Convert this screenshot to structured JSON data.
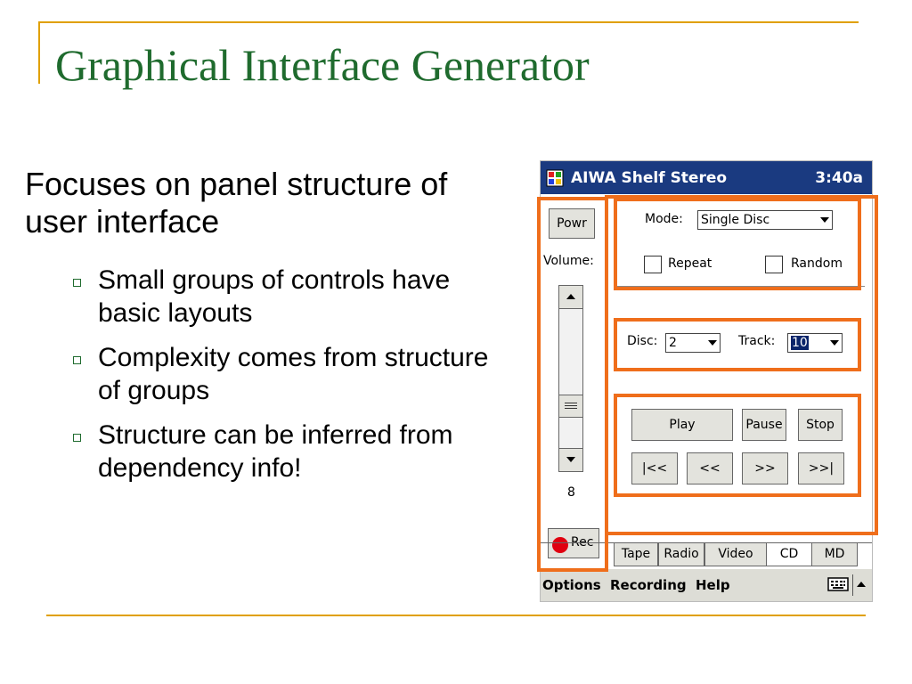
{
  "slide": {
    "title": "Graphical Interface Generator",
    "main_point": "Focuses on panel structure of user interface",
    "bullets": [
      "Small groups of controls have basic layouts",
      "Complexity comes from structure of groups",
      "Structure can be inferred from dependency info!"
    ]
  },
  "pda": {
    "title": "AIWA Shelf Stereo",
    "clock": "3:40a",
    "power_label": "Powr",
    "volume_label": "Volume:",
    "volume_value": "8",
    "rec_label": "Rec",
    "mode": {
      "label": "Mode:",
      "value": "Single Disc"
    },
    "repeat_label": "Repeat",
    "random_label": "Random",
    "disc": {
      "label": "Disc:",
      "value": "2"
    },
    "track": {
      "label": "Track:",
      "value": "10"
    },
    "buttons": {
      "play": "Play",
      "pause": "Pause",
      "stop": "Stop",
      "first": "|<<",
      "prev": "<<",
      "next": ">>",
      "last": ">>|"
    },
    "tabs": [
      "Tape",
      "Radio",
      "Video",
      "CD",
      "MD"
    ],
    "active_tab": "CD",
    "menu": [
      "Options",
      "Recording",
      "Help"
    ]
  },
  "colors": {
    "title_green": "#1f6b2e",
    "frame_gold": "#e0a000",
    "highlight_orange": "#ef6e1b",
    "pda_titlebar": "#1a3a80"
  }
}
